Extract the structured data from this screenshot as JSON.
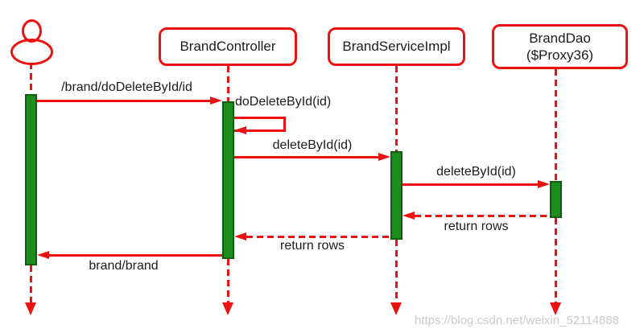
{
  "diagram_type": "uml-sequence-diagram",
  "actor": {
    "name": "user"
  },
  "participants": [
    {
      "label": "BrandController"
    },
    {
      "label": "BrandServiceImpl"
    },
    {
      "label": "BrandDao",
      "sublabel": "($Proxy36)"
    }
  ],
  "messages": [
    {
      "label": "/brand/doDeleteById/id",
      "from": "user",
      "to": "BrandController",
      "style": "solid"
    },
    {
      "label": "doDeleteById(id)",
      "from": "BrandController",
      "to": "BrandController",
      "style": "self"
    },
    {
      "label": "deleteById(id)",
      "from": "BrandController",
      "to": "BrandServiceImpl",
      "style": "solid"
    },
    {
      "label": "deleteById(id)",
      "from": "BrandServiceImpl",
      "to": "BrandDao",
      "style": "solid"
    },
    {
      "label": "return rows",
      "from": "BrandDao",
      "to": "BrandServiceImpl",
      "style": "dashed"
    },
    {
      "label": "return rows",
      "from": "BrandServiceImpl",
      "to": "BrandController",
      "style": "dashed"
    },
    {
      "label": "brand/brand",
      "from": "BrandController",
      "to": "user",
      "style": "solid"
    }
  ],
  "watermark": "https://blog.csdn.net/weixin_52114888",
  "colors": {
    "line_red": "#ee1111",
    "activation_fill": "#1f8c1f",
    "activation_border": "#0c5f0c",
    "text": "#1c1c1c",
    "watermark_gray": "#cbcbcb",
    "background": "#ffffff"
  }
}
